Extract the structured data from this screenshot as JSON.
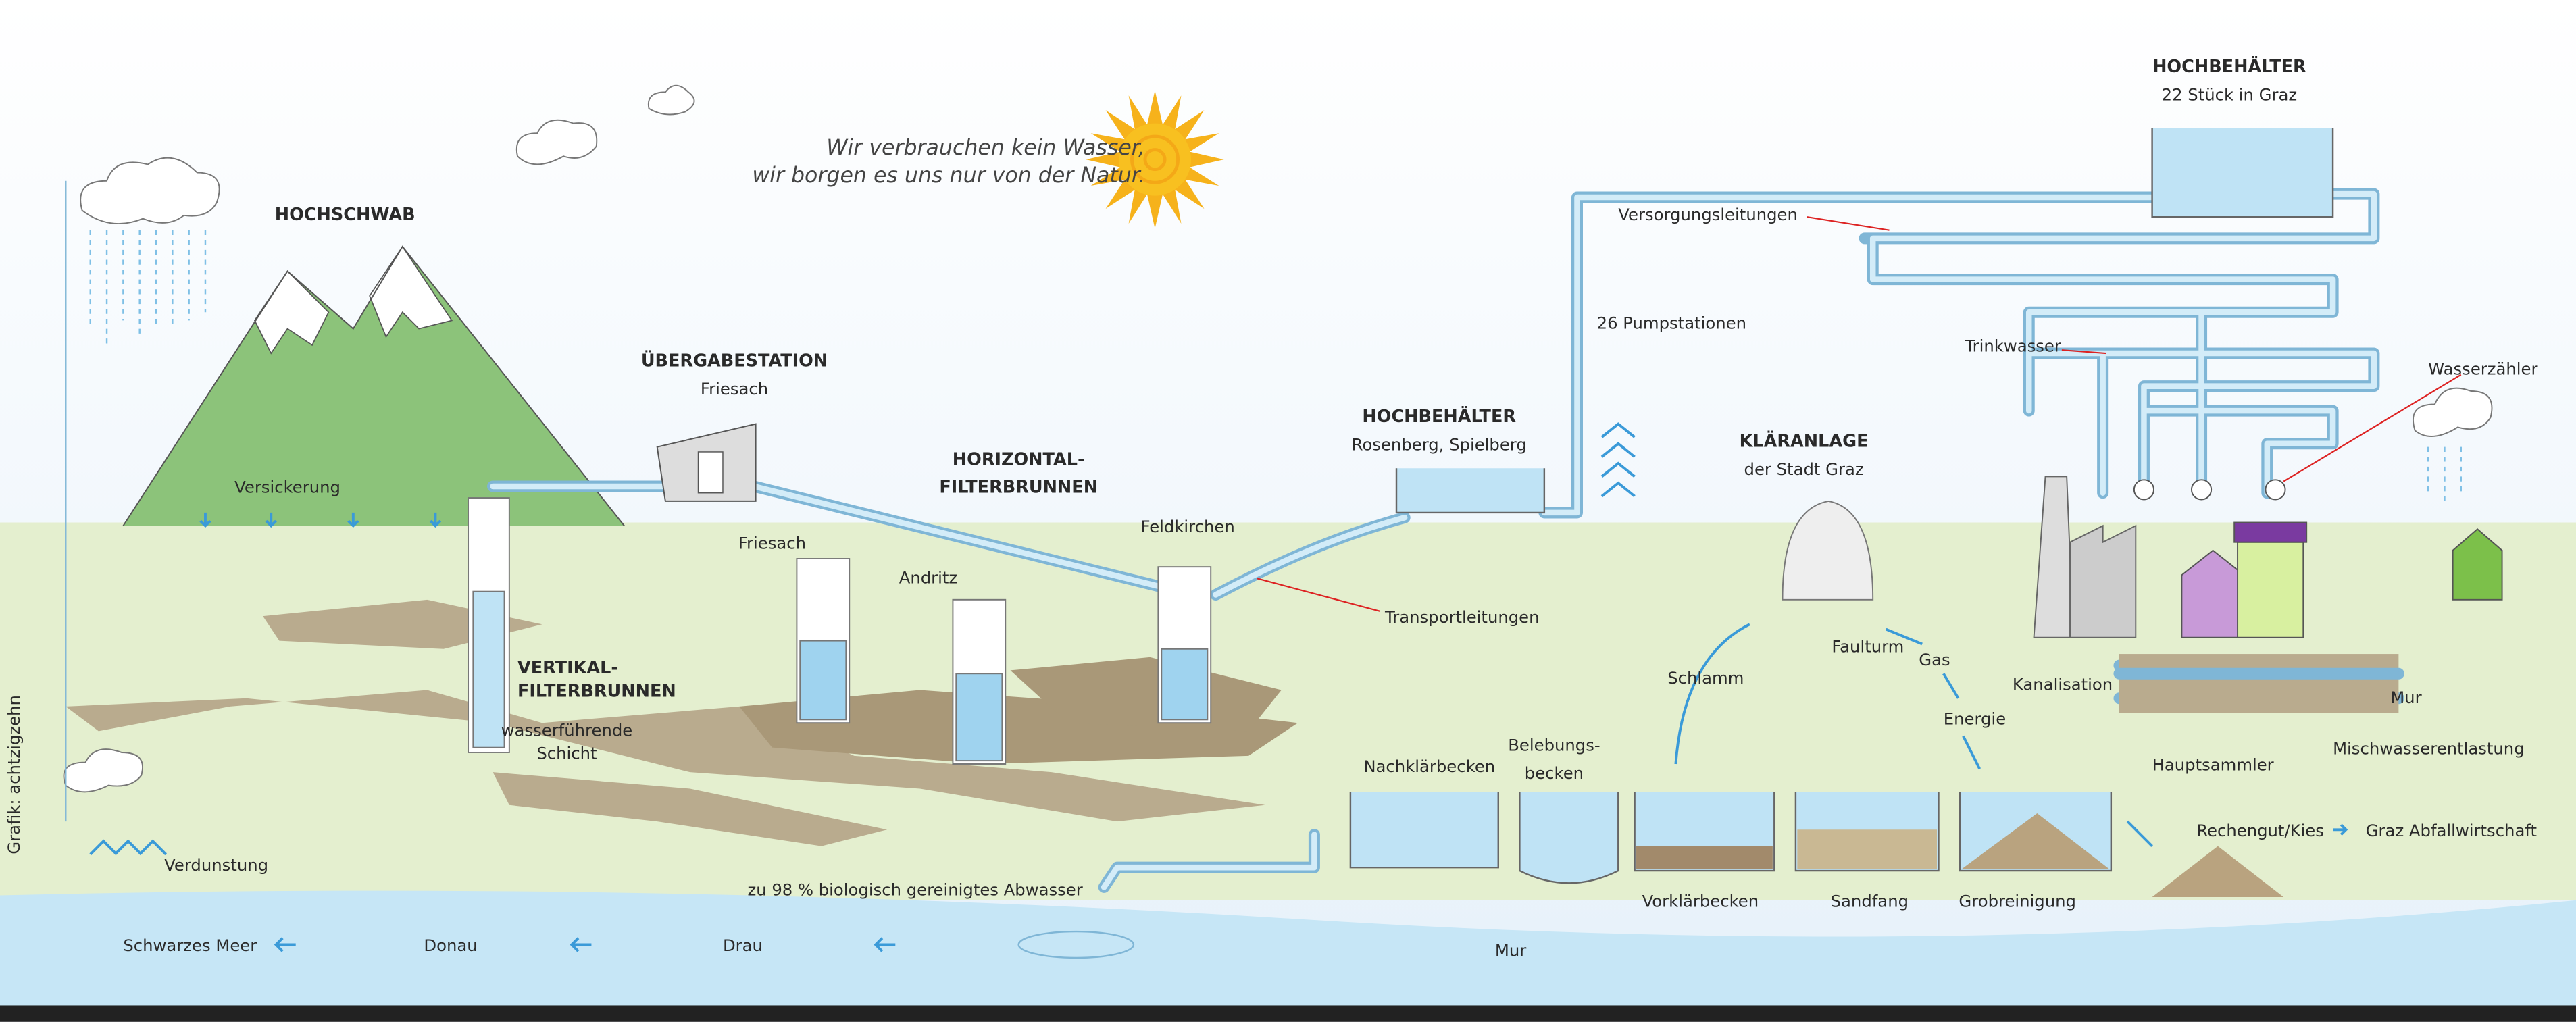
{
  "quote": {
    "line1": "Wir verbrauchen kein Wasser,",
    "line2": "wir borgen es uns nur von der Natur."
  },
  "credit": "Grafik: achtzigzehn",
  "labels": {
    "hochschwab": "HOCHSCHWAB",
    "versickerung": "Versickerung",
    "uebergabestation": "ÜBERGABESTATION",
    "uebergabestation_sub": "Friesach",
    "horizontal1": "HORIZONTAL-",
    "horizontal2": "FILTERBRUNNEN",
    "friesach": "Friesach",
    "andritz": "Andritz",
    "feldkirchen": "Feldkirchen",
    "vertikal1": "VERTIKAL-",
    "vertikal2": "FILTERBRUNNEN",
    "schicht1": "wasserführende",
    "schicht2": "Schicht",
    "hochbehaelter1": "HOCHBEHÄLTER",
    "hochbehaelter1_sub": "Rosenberg, Spielberg",
    "pumpstationen": "26 Pumpstationen",
    "transportleitungen": "Transportleitungen",
    "hochbehaelter2": "HOCHBEHÄLTER",
    "hochbehaelter2_sub": "22 Stück in Graz",
    "versorgungsleitungen": "Versorgungsleitungen",
    "trinkwasser": "Trinkwasser",
    "wasserzaehler": "Wasserzähler",
    "klaeranlage": "KLÄRANLAGE",
    "klaeranlage_sub": "der Stadt Graz",
    "faulturm": "Faulturm",
    "schlamm": "Schlamm",
    "gas": "Gas",
    "energie": "Energie",
    "kanalisation": "Kanalisation",
    "mur_top": "Mur",
    "mischwasser": "Mischwasserentlastung",
    "hauptsammler": "Hauptsammler",
    "nachklaer": "Nachklärbecken",
    "belebung1": "Belebungs-",
    "belebung2": "becken",
    "vorklaer": "Vorklärbecken",
    "sandfang": "Sandfang",
    "grobreinigung": "Grobreinigung",
    "rechengut": "Rechengut/Kies",
    "abfall": "Graz Abfallwirtschaft",
    "verdunstung": "Verdunstung",
    "abwasser": "zu 98 % biologisch gereinigtes Abwasser",
    "schwarzes_meer": "Schwarzes Meer",
    "donau": "Donau",
    "drau": "Drau",
    "mur_river": "Mur"
  },
  "colors": {
    "sky": "#eef5fb",
    "ground": "#e4efcf",
    "soil": "#b9ab8e",
    "water": "#bfe3f5",
    "pipe": "#7fb6d6",
    "sun": "#f6b21b",
    "leader": "#dd2222",
    "mountain": "#8cc37a"
  }
}
